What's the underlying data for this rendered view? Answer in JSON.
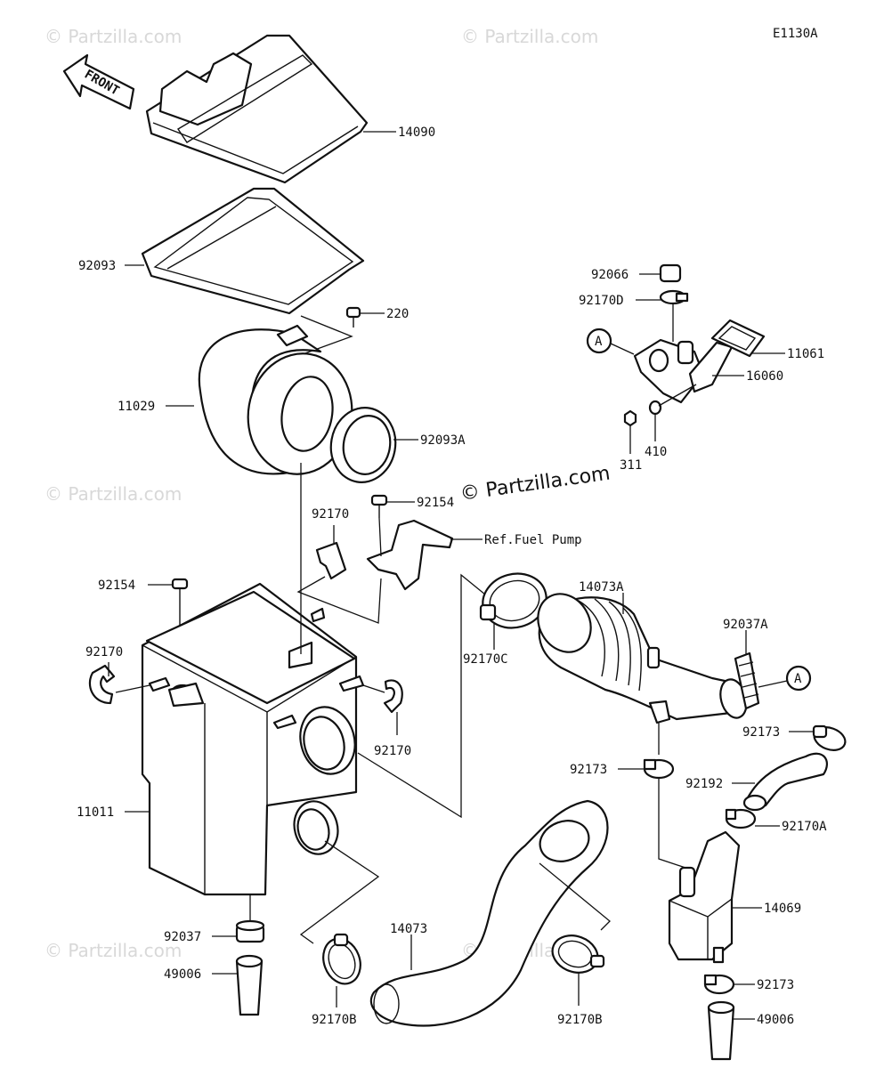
{
  "diagram_code": "E1130A",
  "front_arrow": "FRONT",
  "watermark": "© Partzilla.com",
  "watermark_center": "© Partzilla.com",
  "reference_note": "Ref.Fuel Pump",
  "callout_letter": "A",
  "part_numbers": {
    "p14090": "14090",
    "p92093": "92093",
    "p220": "220",
    "p11029": "11029",
    "p92093A": "92093A",
    "p92066": "92066",
    "p92170D": "92170D",
    "p11061": "11061",
    "p16060": "16060",
    "p311": "311",
    "p410": "410",
    "p92154_top": "92154",
    "p92170_top": "92170",
    "p92154_left": "92154",
    "p92170_left": "92170",
    "p92170_right": "92170",
    "p14073A": "14073A",
    "p92037A": "92037A",
    "p92170C": "92170C",
    "p92173_a": "92173",
    "p92173_b": "92173",
    "p92192": "92192",
    "p92170A": "92170A",
    "p11011": "11011",
    "p14069": "14069",
    "p92037": "92037",
    "p49006_left": "49006",
    "p14073": "14073",
    "p92173_c": "92173",
    "p49006_right": "49006",
    "p92170B_left": "92170B",
    "p92170B_right": "92170B"
  }
}
